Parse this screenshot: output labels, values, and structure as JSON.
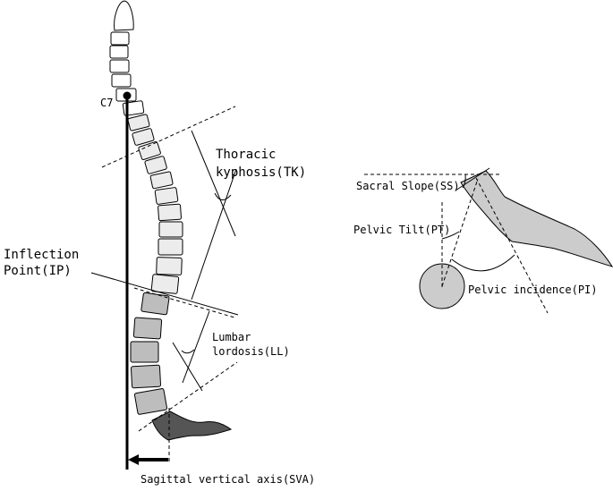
{
  "labels": {
    "c7": "C7",
    "thoracic_line1": "Thoracic",
    "thoracic_line2": "kyphosis(TK)",
    "inflection_line1": "Inflection",
    "inflection_line2": "Point(IP)",
    "lumbar_line1": "Lumbar",
    "lumbar_line2": "lordosis(LL)",
    "sva": "Sagittal vertical axis(SVA)",
    "sacral_slope": "Sacral Slope(SS)",
    "pelvic_tilt": "Pelvic Tilt(PT)",
    "pelvic_incidence": "Pelvic incidence(PI)"
  },
  "colors": {
    "stroke": "#000000",
    "cervical_fill": "#ffffff",
    "thoracic_fill": "#ececec",
    "lumbar_fill": "#bdbdbd",
    "sacrum_fill": "#555555",
    "pelvis_fill": "#cccccc"
  }
}
